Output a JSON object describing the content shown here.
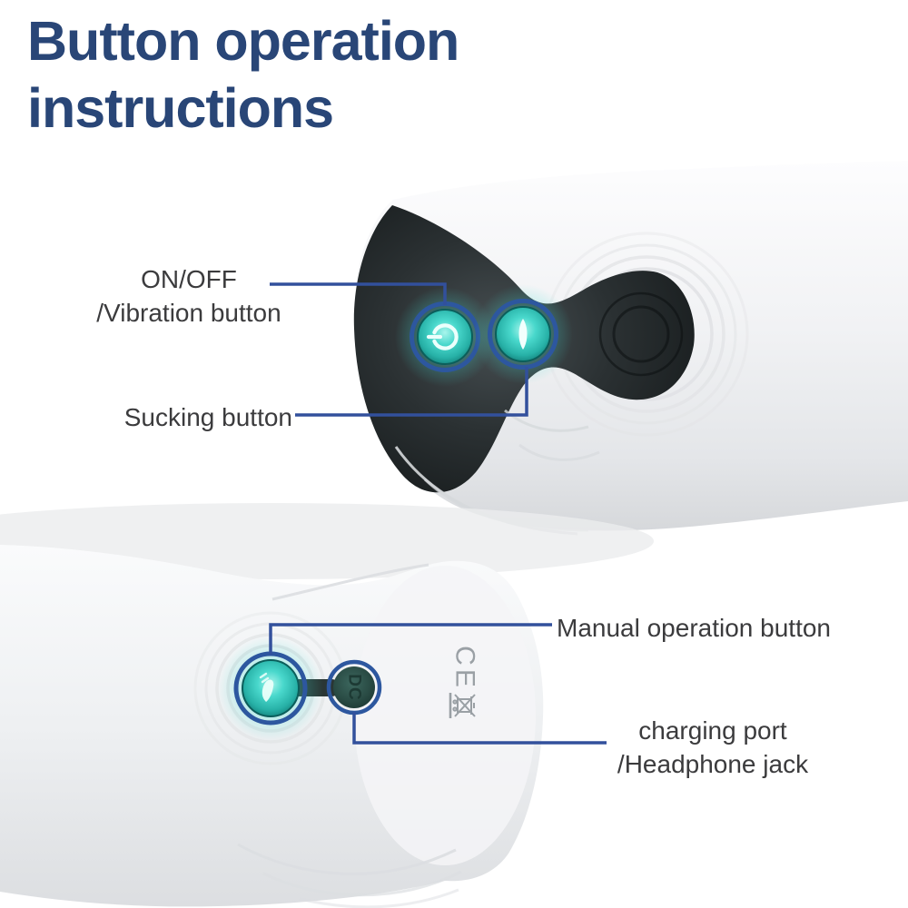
{
  "title": {
    "line1": "Button operation",
    "line2": "instructions",
    "full_text": "Button operation instructions"
  },
  "callouts": {
    "on_off_vibration": {
      "line1": "ON/OFF",
      "line2": "/Vibration button"
    },
    "sucking": {
      "label": "Sucking button"
    },
    "manual": {
      "label": "Manual operation button"
    },
    "charging": {
      "line1": "charging port",
      "line2": "/Headphone jack"
    }
  },
  "device_markings": {
    "dc_port_label": "DC",
    "ce_mark": "CE",
    "weee_symbol": "crossed-out-wheeled-bin-icon"
  },
  "icons": {
    "power_vibration_button": "power-icon",
    "sucking_button": "suction-lens-icon",
    "manual_button": "glow-highlight-icon"
  },
  "colors": {
    "title_text": "#294677",
    "label_text": "#3b3b3d",
    "leader_line": "#32509c",
    "button_ring_blue": "#2d579f",
    "button_teal": "#2bbfb4",
    "panel_dark": "#272d2e",
    "device_body_light": "#f2f3f5"
  }
}
